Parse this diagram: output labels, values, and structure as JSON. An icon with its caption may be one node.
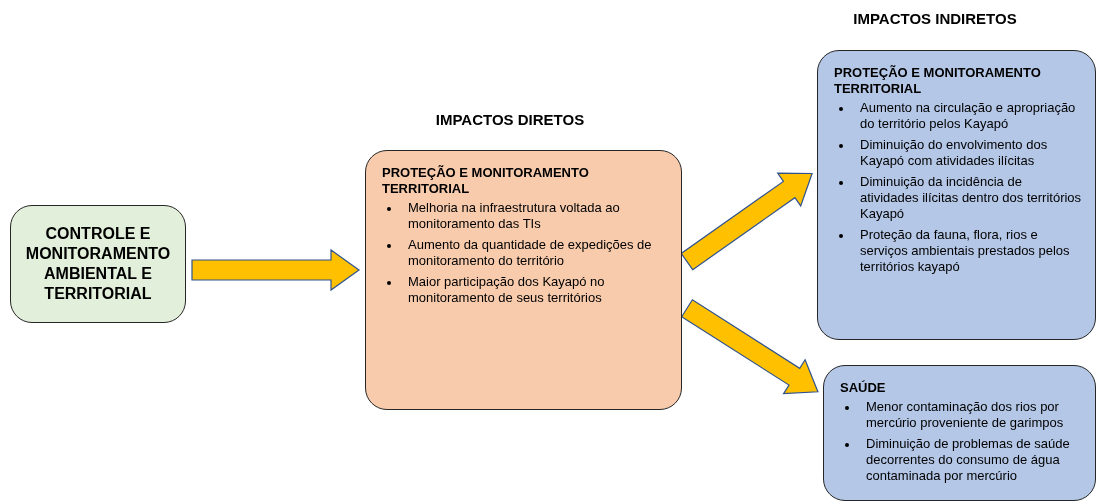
{
  "diagram": {
    "nodes": [
      {
        "text": [
          "CONTROLE E MONITORAMENTO AMBIENTAL E TERRITORIAL"
        ]
      },
      {
        "text": [
          "PROTEÇÃO E MONITORAMENTO TERRITORIAL",
          "Melhoria na infraestrutura voltada ao monitoramento das TIs",
          "Aumento da quantidade de expedições de monitoramento do território",
          "Maior participação dos Kayapó no monitoramento de seus territórios"
        ]
      },
      {
        "text": [
          "PROTEÇÃO E MONITORAMENTO TERRITORIAL",
          "Aumento na circulação e apropriação do território pelos Kayapó",
          "Diminuição do envolvimento dos Kayapó com atividades ilícitas",
          "Diminuição da incidência de atividades ilícitas dentro dos territórios Kayapó",
          "Proteção da fauna, flora, rios e serviços ambientais prestados pelos territórios kayapó"
        ]
      },
      {
        "text": [
          "SAÚDE",
          "Menor contaminação dos rios por mercúrio proveniente de garimpos",
          "Diminuição de problemas de saúde decorrentes do consumo de água contaminada por mercúrio"
        ]
      }
    ],
    "edges": [
      {
        "from": 0,
        "to": 1,
        "arrow": "to",
        "style": "thick",
        "color": "#ffc000"
      },
      {
        "from": 1,
        "to": 2,
        "arrow": "to",
        "style": "thick",
        "color": "#ffc000"
      },
      {
        "from": 1,
        "to": 3,
        "arrow": "to",
        "style": "thick",
        "color": "#ffc000"
      }
    ],
    "labels": [
      "IMPACTOS INDIRETOS",
      "IMPACTOS DIRETOS"
    ]
  }
}
